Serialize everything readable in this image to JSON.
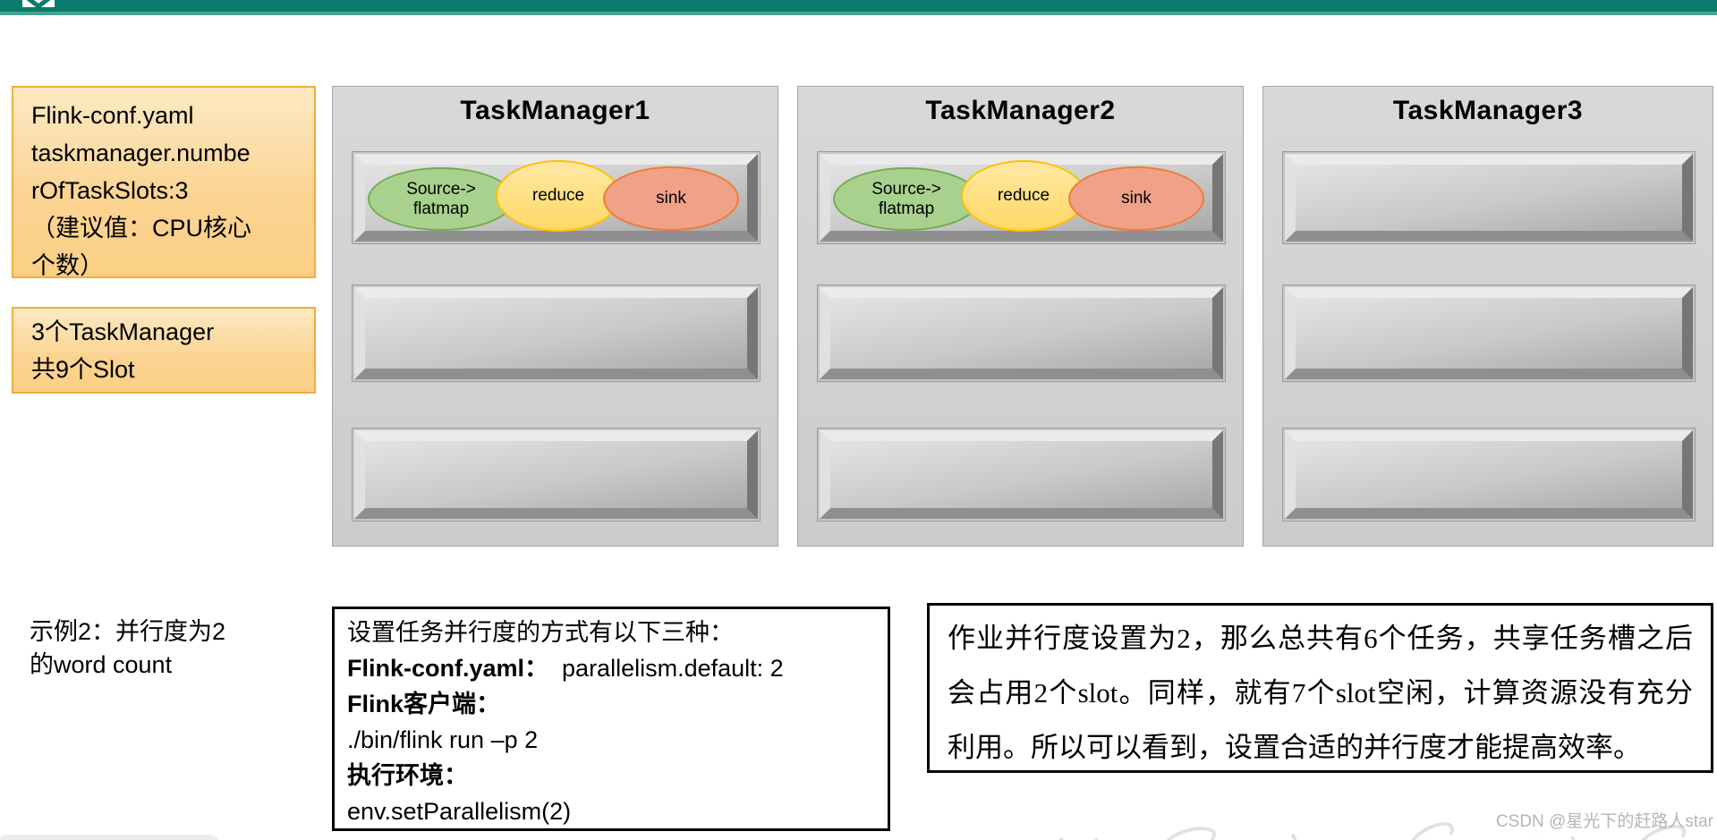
{
  "colors": {
    "teal_bar": "#0a7b6c",
    "teal_strip": "#4ba193",
    "note_fill_top": "#fdeac3",
    "note_fill_bottom": "#fbcf85",
    "note_border": "#f0ad3a",
    "task_green_fill": "#a9d18e",
    "task_green_border": "#73ab52",
    "task_yellow_fill": "#ffd966",
    "task_yellow_border": "#fdc101",
    "task_orange_fill": "#f0a289",
    "task_orange_border": "#ec7d36",
    "watermark_gray": "#b5b5b5"
  },
  "notes": {
    "note1": "Flink-conf.yaml\ntaskmanager.numberOfTaskSlots:3\n（建议值：CPU核心个数）",
    "note2": "3个TaskManager\n共9个Slot"
  },
  "taskmanagers": [
    {
      "title": "TaskManager1",
      "slots": [
        {
          "tasks": [
            {
              "label": "Source->\nflatmap"
            },
            {
              "label": "reduce"
            },
            {
              "label": "sink"
            }
          ]
        },
        {
          "tasks": []
        },
        {
          "tasks": []
        }
      ]
    },
    {
      "title": "TaskManager2",
      "slots": [
        {
          "tasks": [
            {
              "label": "Source->\nflatmap"
            },
            {
              "label": "reduce"
            },
            {
              "label": "sink"
            }
          ]
        },
        {
          "tasks": []
        },
        {
          "tasks": []
        }
      ]
    },
    {
      "title": "TaskManager3",
      "slots": [
        {
          "tasks": []
        },
        {
          "tasks": []
        },
        {
          "tasks": []
        }
      ]
    }
  ],
  "example_label": "示例2：并行度为2\n的word count",
  "code_box": {
    "lines": [
      {
        "bold": "",
        "normal": "设置任务并行度的方式有以下三种："
      },
      {
        "bold": "Flink-conf.yaml：",
        "normal": "  parallelism.default: 2"
      },
      {
        "bold": "Flink客户端：",
        "normal": ""
      },
      {
        "bold": "",
        "normal": "./bin/flink run –p 2"
      },
      {
        "bold": "执行环境：",
        "normal": ""
      },
      {
        "bold": "",
        "normal": "env.setParallelism(2)"
      }
    ]
  },
  "result_box": {
    "text": "作业并行度设置为2，那么总共有6个任务，共享任务槽之后会占用2个slot。同样，就有7个slot空闲，计算资源没有充分利用。所以可以看到，设置合适的并行度才能提高效率。"
  },
  "watermark": "CSDN @星光下的赶路人star"
}
